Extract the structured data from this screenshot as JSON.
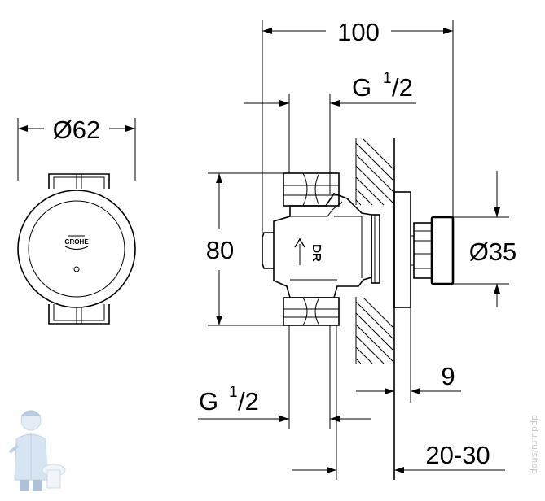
{
  "dimensions": {
    "width_total": "100",
    "thread_top": "G",
    "thread_top_fraction_num": "1",
    "thread_top_fraction_den": "/2",
    "diameter_face": "Ø62",
    "height": "80",
    "diameter_cap": "Ø35",
    "wall_offset": "9",
    "thread_bottom": "G",
    "thread_bottom_fraction_num": "1",
    "thread_bottom_fraction_den": "/2",
    "wall_range": "20-30"
  },
  "body_marking": {
    "flow_label": "DR"
  },
  "logo": {
    "brand": "GROHE"
  },
  "watermark": {
    "text": "dpdu.ru/shop"
  },
  "icons": [
    "plumber-mascot-icon",
    "flow-arrow-icon"
  ]
}
